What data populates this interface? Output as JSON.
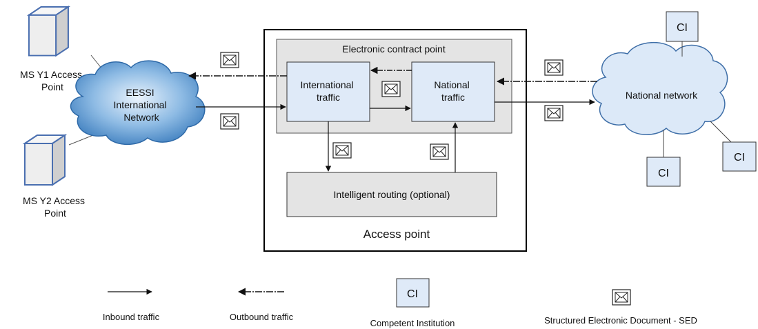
{
  "colors": {
    "cloud_eessi": "#4d8fc9",
    "cloud_national": "#dce9f8",
    "server_edge": "#4a6fb0",
    "traffic_box": "#dfeaf8",
    "grey_box": "#e4e4e4",
    "ci_box": "#dfeaf8"
  },
  "access_points": {
    "y1": "MS Y1 Access\nPoint",
    "y2": "MS Y2 Access\nPoint"
  },
  "eessi_cloud": {
    "label": "EESSI\nInternational\nNetwork"
  },
  "access_point_box": {
    "title": "Access point",
    "contract_point": "Electronic contract point",
    "international": "International\ntraffic",
    "national": "National\ntraffic",
    "routing": "Intelligent routing (optional)"
  },
  "national_network": {
    "label": "National network"
  },
  "ci_label": "CI",
  "legend": {
    "inbound": "Inbound traffic",
    "outbound": "Outbound traffic",
    "ci": "CI",
    "ci_caption": "Competent Institution",
    "sed_caption": "Structured Electronic Document - SED"
  },
  "icons": {
    "envelope": "envelope-icon",
    "server": "server-icon",
    "cloud": "cloud-icon"
  }
}
